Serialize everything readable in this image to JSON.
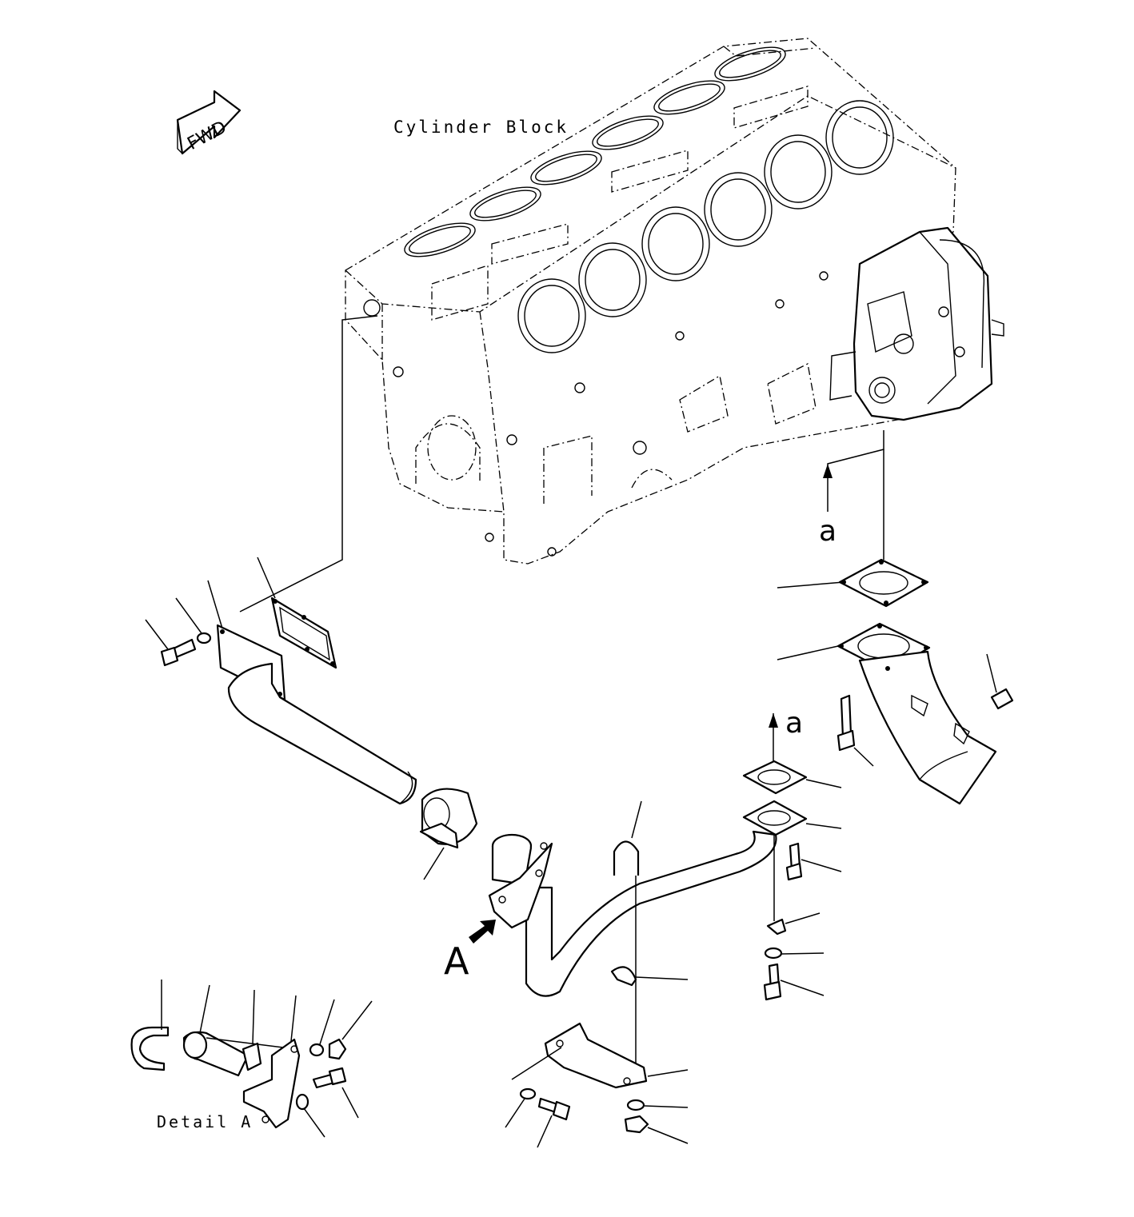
{
  "labels": {
    "fwd": "FWD",
    "cylinder_block": "Cylinder Block",
    "view_a": "A",
    "ref_a_upper": "a",
    "ref_a_lower": "a",
    "detail_a": "Detail A"
  },
  "icons": {
    "fwd_arrow": "fwd-arrow-icon",
    "view_arrow": "view-arrow-icon",
    "ref_arrow": "up-arrow-icon"
  }
}
